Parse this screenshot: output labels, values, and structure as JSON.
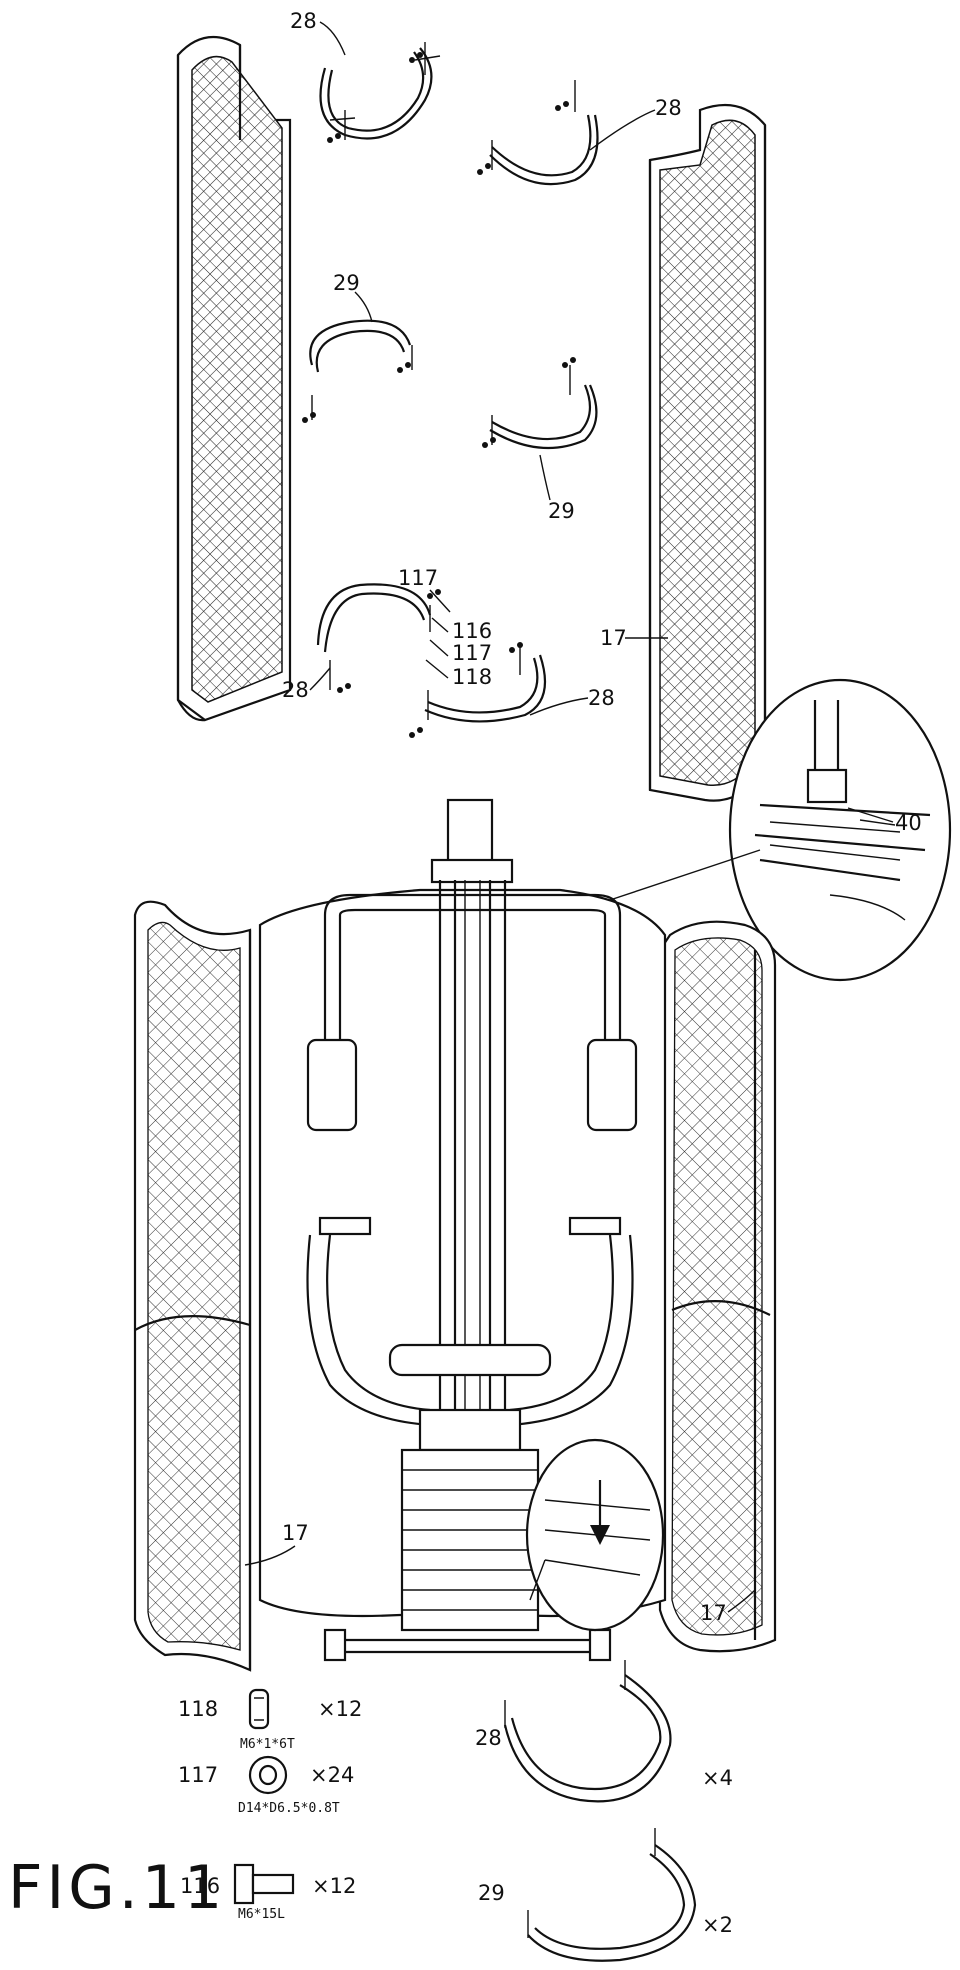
{
  "figure": {
    "title": "FIG.11",
    "callouts": {
      "c28_a": "28",
      "c28_b": "28",
      "c28_c": "28",
      "c28_d": "28",
      "c29_a": "29",
      "c29_b": "29",
      "c117_a": "117",
      "c116_a": "116",
      "c117_b": "117",
      "c118_a": "118",
      "c17_top": "17",
      "c40": "40",
      "c17_left": "17",
      "c17_right": "17"
    },
    "parts_list": [
      {
        "num": "118",
        "spec": "M6*1*6T",
        "qty": "×12"
      },
      {
        "num": "117",
        "spec": "D14*D6.5*0.8T",
        "qty": "×24"
      },
      {
        "num": "116",
        "spec": "M6*15L",
        "qty": "×12"
      },
      {
        "num": "28",
        "spec": "",
        "qty": "×4"
      },
      {
        "num": "29",
        "spec": "",
        "qty": "×2"
      }
    ]
  }
}
